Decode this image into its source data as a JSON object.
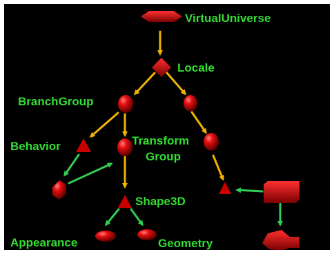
{
  "diagram": {
    "labels": {
      "virtual_universe": "VirtualUniverse",
      "locale": "Locale",
      "branch_group": "BranchGroup",
      "behavior": "Behavior",
      "transform_group_line1": "Transform",
      "transform_group_line2": "Group",
      "shape3d": "Shape3D",
      "appearance": "Appearance",
      "geometry": "Geometry"
    },
    "colors": {
      "background": "#000000",
      "label": "#33dd33",
      "node": "#dd1111",
      "arrow_primary": "#f0b400",
      "arrow_secondary": "#33cc55"
    }
  }
}
